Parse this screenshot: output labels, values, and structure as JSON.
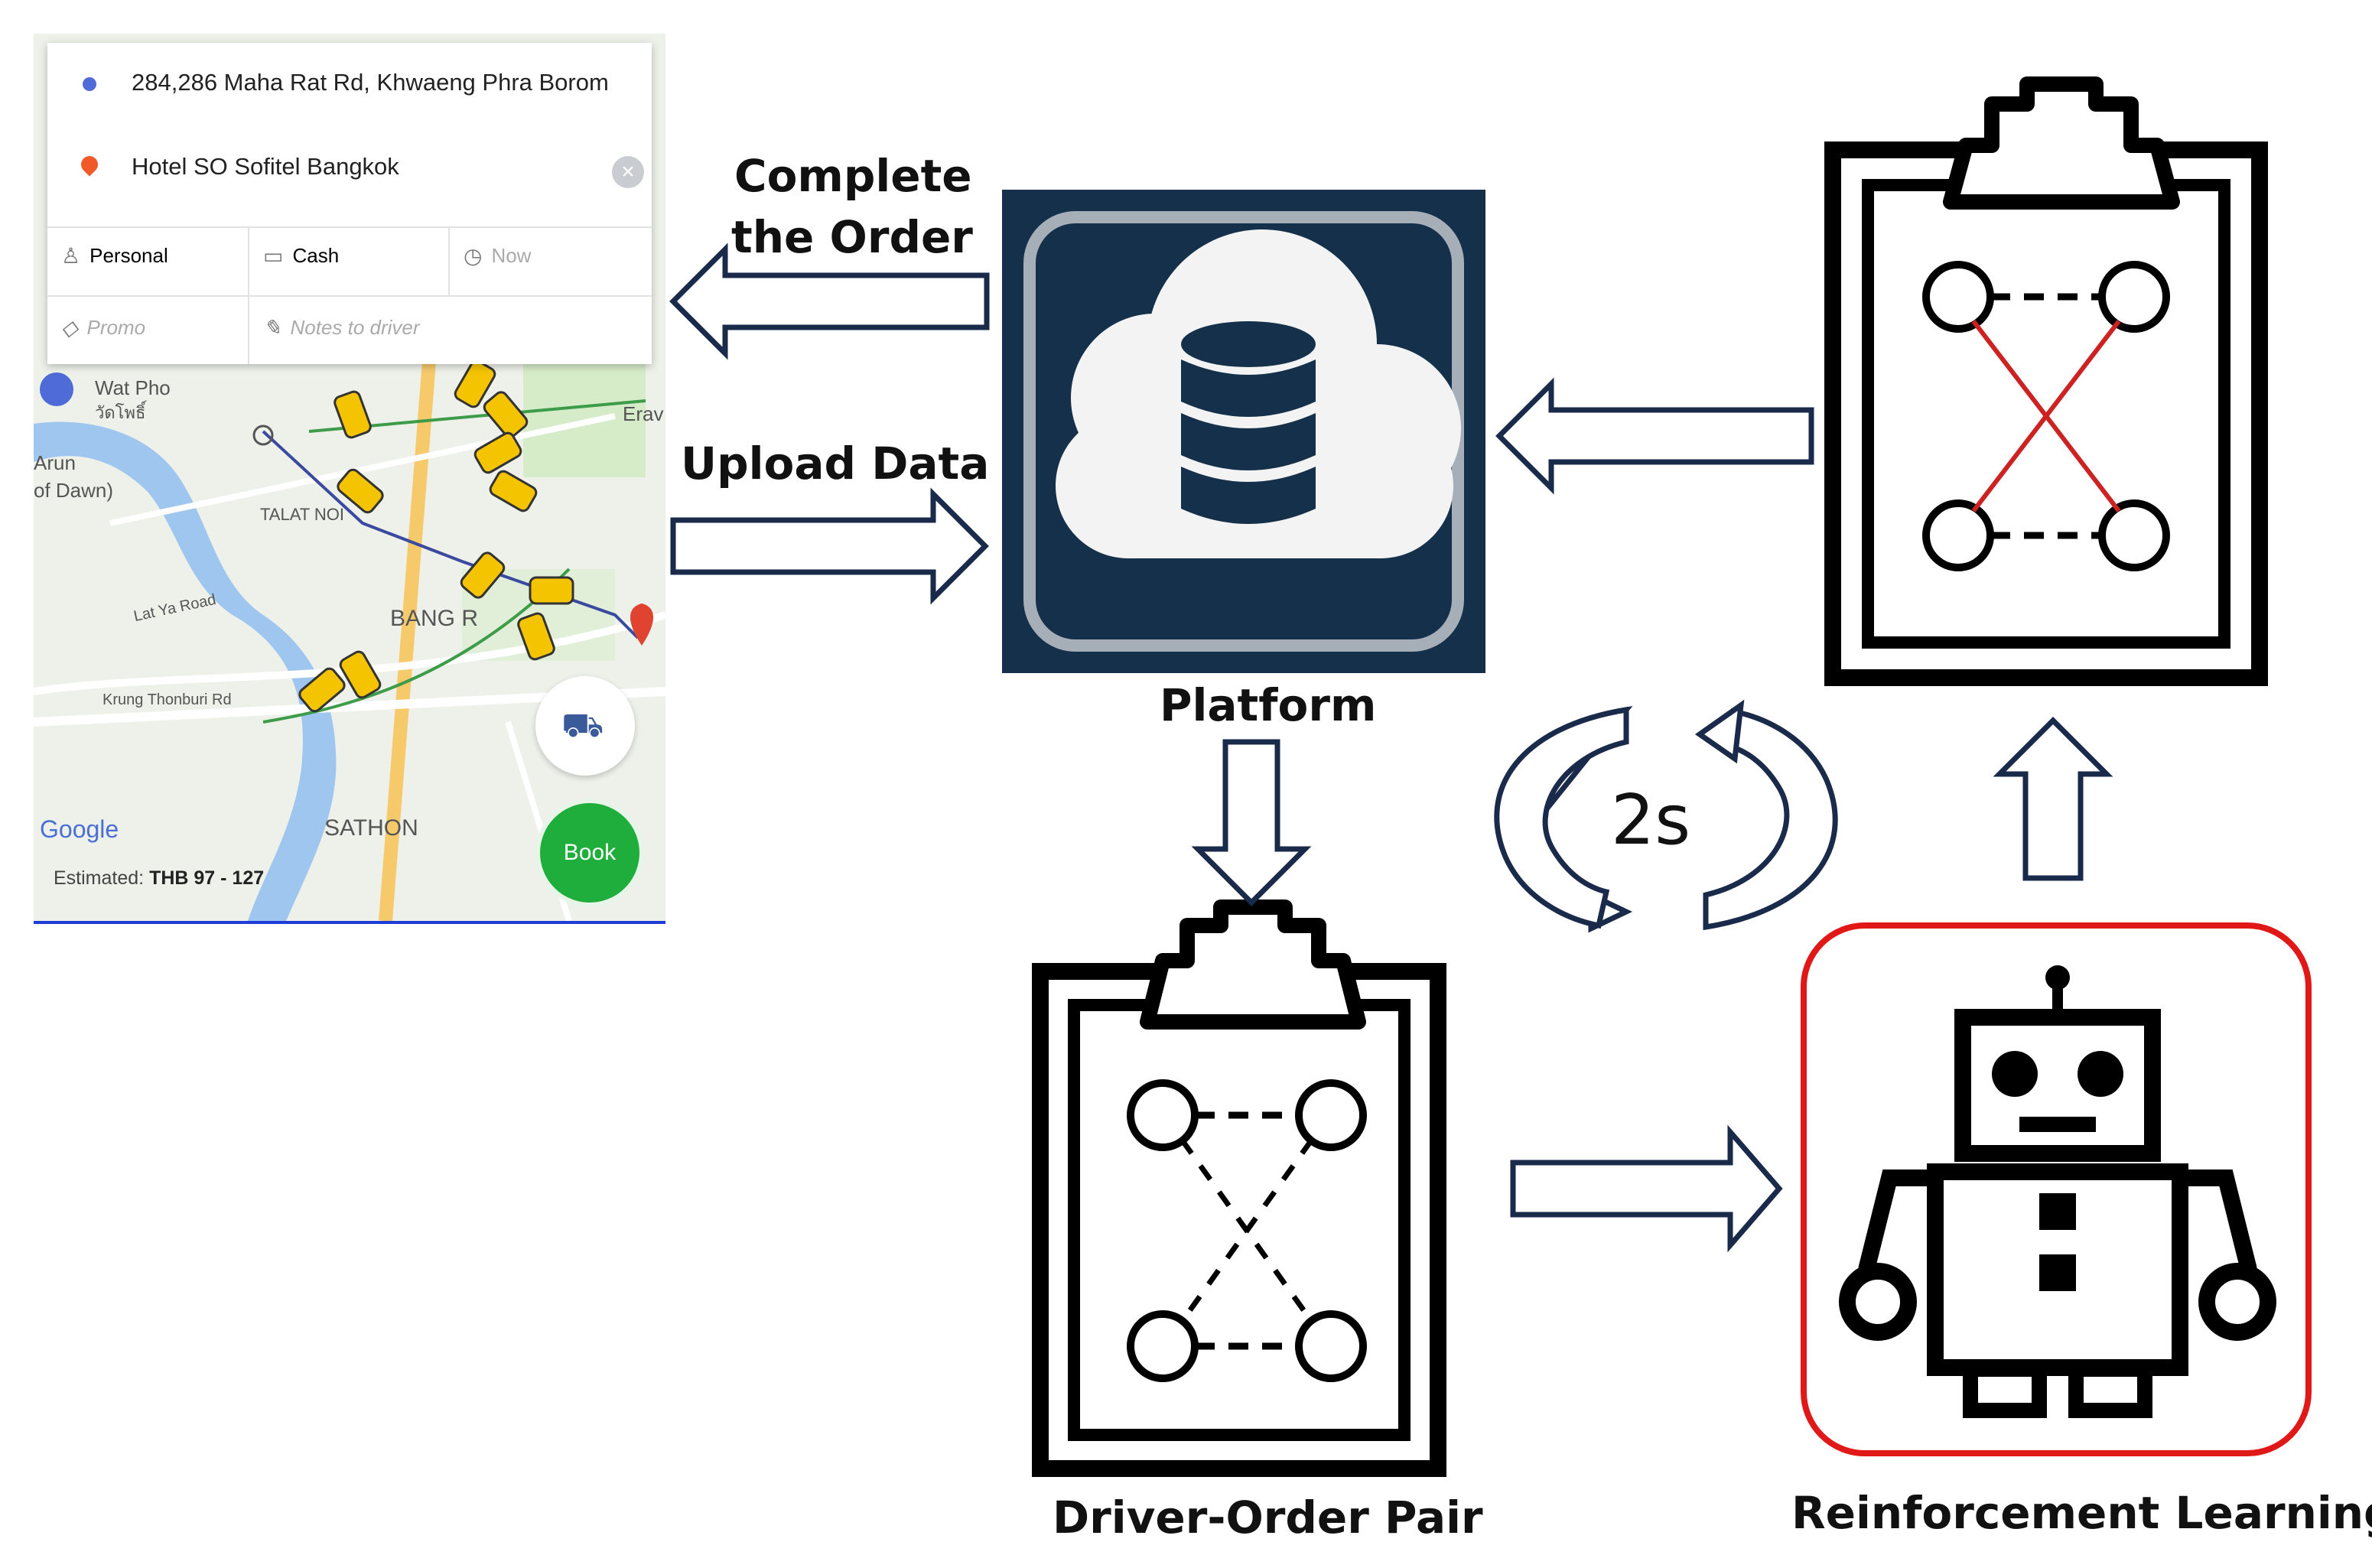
{
  "phone": {
    "origin": "284,286 Maha Rat Rd, Khwaeng Phra Borom",
    "destination": "Hotel SO Sofitel Bangkok",
    "clear_icon": "close-icon",
    "options": {
      "personal": "Personal",
      "cash": "Cash",
      "now": "Now",
      "promo": "Promo",
      "notes": "Notes to driver"
    },
    "map_labels": {
      "wat_pho": "Wat Pho",
      "wat_pho_thai": "วัดโพธิ์",
      "erawan": "Erav",
      "arun": "Arun",
      "of_dawn": "of Dawn)",
      "talat_noi": "TALAT NOI",
      "lat_ya": "Lat Ya Road",
      "bang_rak": "BANG R",
      "krung_thonburi": "Krung Thonburi Rd",
      "sathon": "SATHON",
      "google": "Google"
    },
    "book_label": "Book",
    "estimate_prefix": "Estimated:",
    "estimate_value": "THB 97 - 127"
  },
  "diagram": {
    "complete_order_line1": "Complete",
    "complete_order_line2": "the Order",
    "upload_data": "Upload Data",
    "platform": "Platform",
    "cycle_time": "2s",
    "driver_order_pair": "Driver-Order Pair",
    "reinforcement_learning": "Reinforcement Learning"
  },
  "colors": {
    "arrow_stroke": "#1a2a4a",
    "highlight_border": "#e01818",
    "platform_bg": "#14304a",
    "match_line": "#cc2222",
    "book_button": "#1fae3c",
    "taxi": "#f5c400"
  }
}
